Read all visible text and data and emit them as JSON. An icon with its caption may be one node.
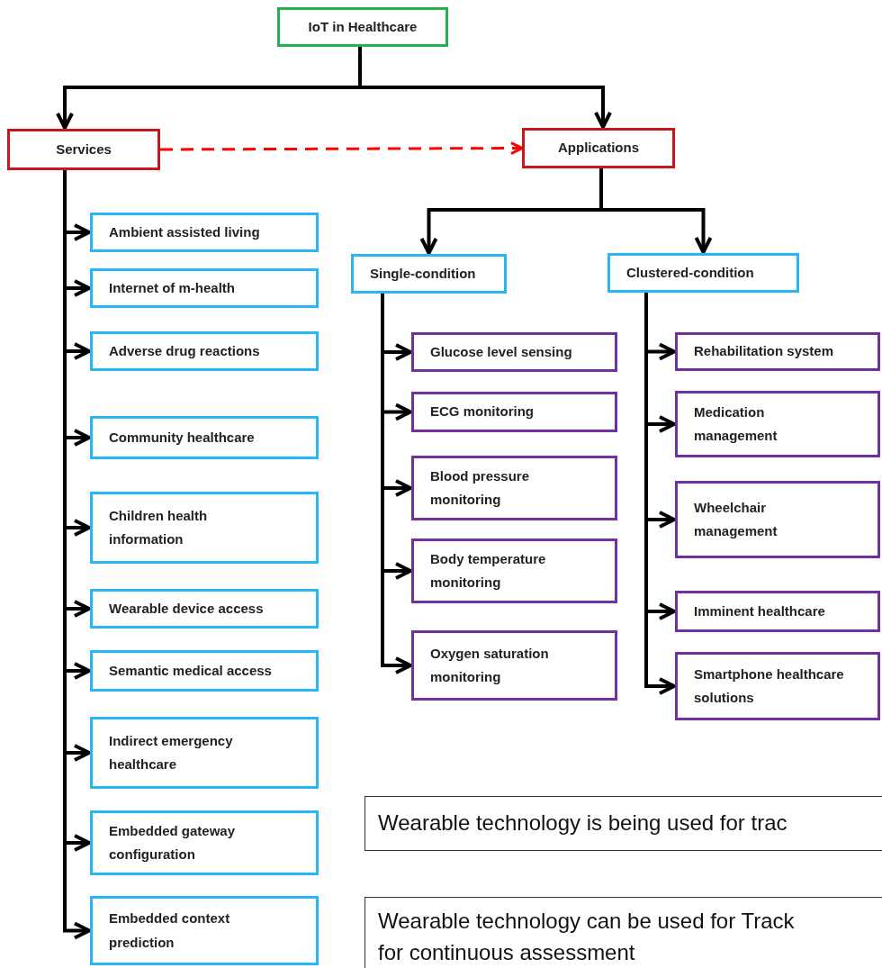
{
  "diagram": {
    "nodes": [
      {
        "text": [
          "IoT in Healthcare"
        ]
      },
      {
        "text": [
          "Services"
        ]
      },
      {
        "text": [
          "Applications"
        ]
      },
      {
        "text": [
          "Ambient assisted living"
        ]
      },
      {
        "text": [
          "Internet of m-health"
        ]
      },
      {
        "text": [
          "Adverse drug reactions"
        ]
      },
      {
        "text": [
          "Community healthcare"
        ]
      },
      {
        "text": [
          "Children health information"
        ]
      },
      {
        "text": [
          "Wearable device access"
        ]
      },
      {
        "text": [
          "Semantic medical access"
        ]
      },
      {
        "text": [
          "Indirect emergency healthcare"
        ]
      },
      {
        "text": [
          "Embedded gateway configuration"
        ]
      },
      {
        "text": [
          "Embedded context prediction"
        ]
      },
      {
        "text": [
          "Single-condition"
        ]
      },
      {
        "text": [
          "Clustered-condition"
        ]
      },
      {
        "text": [
          "Glucose level sensing"
        ]
      },
      {
        "text": [
          "ECG monitoring"
        ]
      },
      {
        "text": [
          "Blood pressure monitoring"
        ]
      },
      {
        "text": [
          "Body temperature monitoring"
        ]
      },
      {
        "text": [
          "Oxygen saturation monitoring"
        ]
      },
      {
        "text": [
          "Rehabilitation system"
        ]
      },
      {
        "text": [
          "Medication management"
        ]
      },
      {
        "text": [
          "Wheelchair management"
        ]
      },
      {
        "text": [
          "Imminent healthcare"
        ]
      },
      {
        "text": [
          "Smartphone healthcare solutions"
        ]
      },
      {
        "text": [
          "Wearable technology is being used for trac"
        ]
      },
      {
        "text": [
          "Wearable technology can be used for Track for continuous assessment"
        ]
      }
    ],
    "edges": [
      {
        "from": 0,
        "to": 1,
        "arrow": "to"
      },
      {
        "from": 0,
        "to": 2,
        "arrow": "to"
      },
      {
        "from": 1,
        "to": 2,
        "arrow": "to",
        "style": "dashed",
        "color": "#ff0000"
      },
      {
        "from": 1,
        "to": 3,
        "arrow": "to"
      },
      {
        "from": 1,
        "to": 4,
        "arrow": "to"
      },
      {
        "from": 1,
        "to": 5,
        "arrow": "to"
      },
      {
        "from": 1,
        "to": 6,
        "arrow": "to"
      },
      {
        "from": 1,
        "to": 7,
        "arrow": "to"
      },
      {
        "from": 1,
        "to": 8,
        "arrow": "to"
      },
      {
        "from": 1,
        "to": 9,
        "arrow": "to"
      },
      {
        "from": 1,
        "to": 10,
        "arrow": "to"
      },
      {
        "from": 1,
        "to": 11,
        "arrow": "to"
      },
      {
        "from": 1,
        "to": 12,
        "arrow": "to"
      },
      {
        "from": 2,
        "to": 13,
        "arrow": "to"
      },
      {
        "from": 2,
        "to": 14,
        "arrow": "to"
      },
      {
        "from": 13,
        "to": 15,
        "arrow": "to"
      },
      {
        "from": 13,
        "to": 16,
        "arrow": "to"
      },
      {
        "from": 13,
        "to": 17,
        "arrow": "to"
      },
      {
        "from": 13,
        "to": 18,
        "arrow": "to"
      },
      {
        "from": 13,
        "to": 19,
        "arrow": "to"
      },
      {
        "from": 14,
        "to": 20,
        "arrow": "to"
      },
      {
        "from": 14,
        "to": 21,
        "arrow": "to"
      },
      {
        "from": 14,
        "to": 22,
        "arrow": "to"
      },
      {
        "from": 14,
        "to": 23,
        "arrow": "to"
      },
      {
        "from": 14,
        "to": 24,
        "arrow": "to"
      }
    ]
  }
}
